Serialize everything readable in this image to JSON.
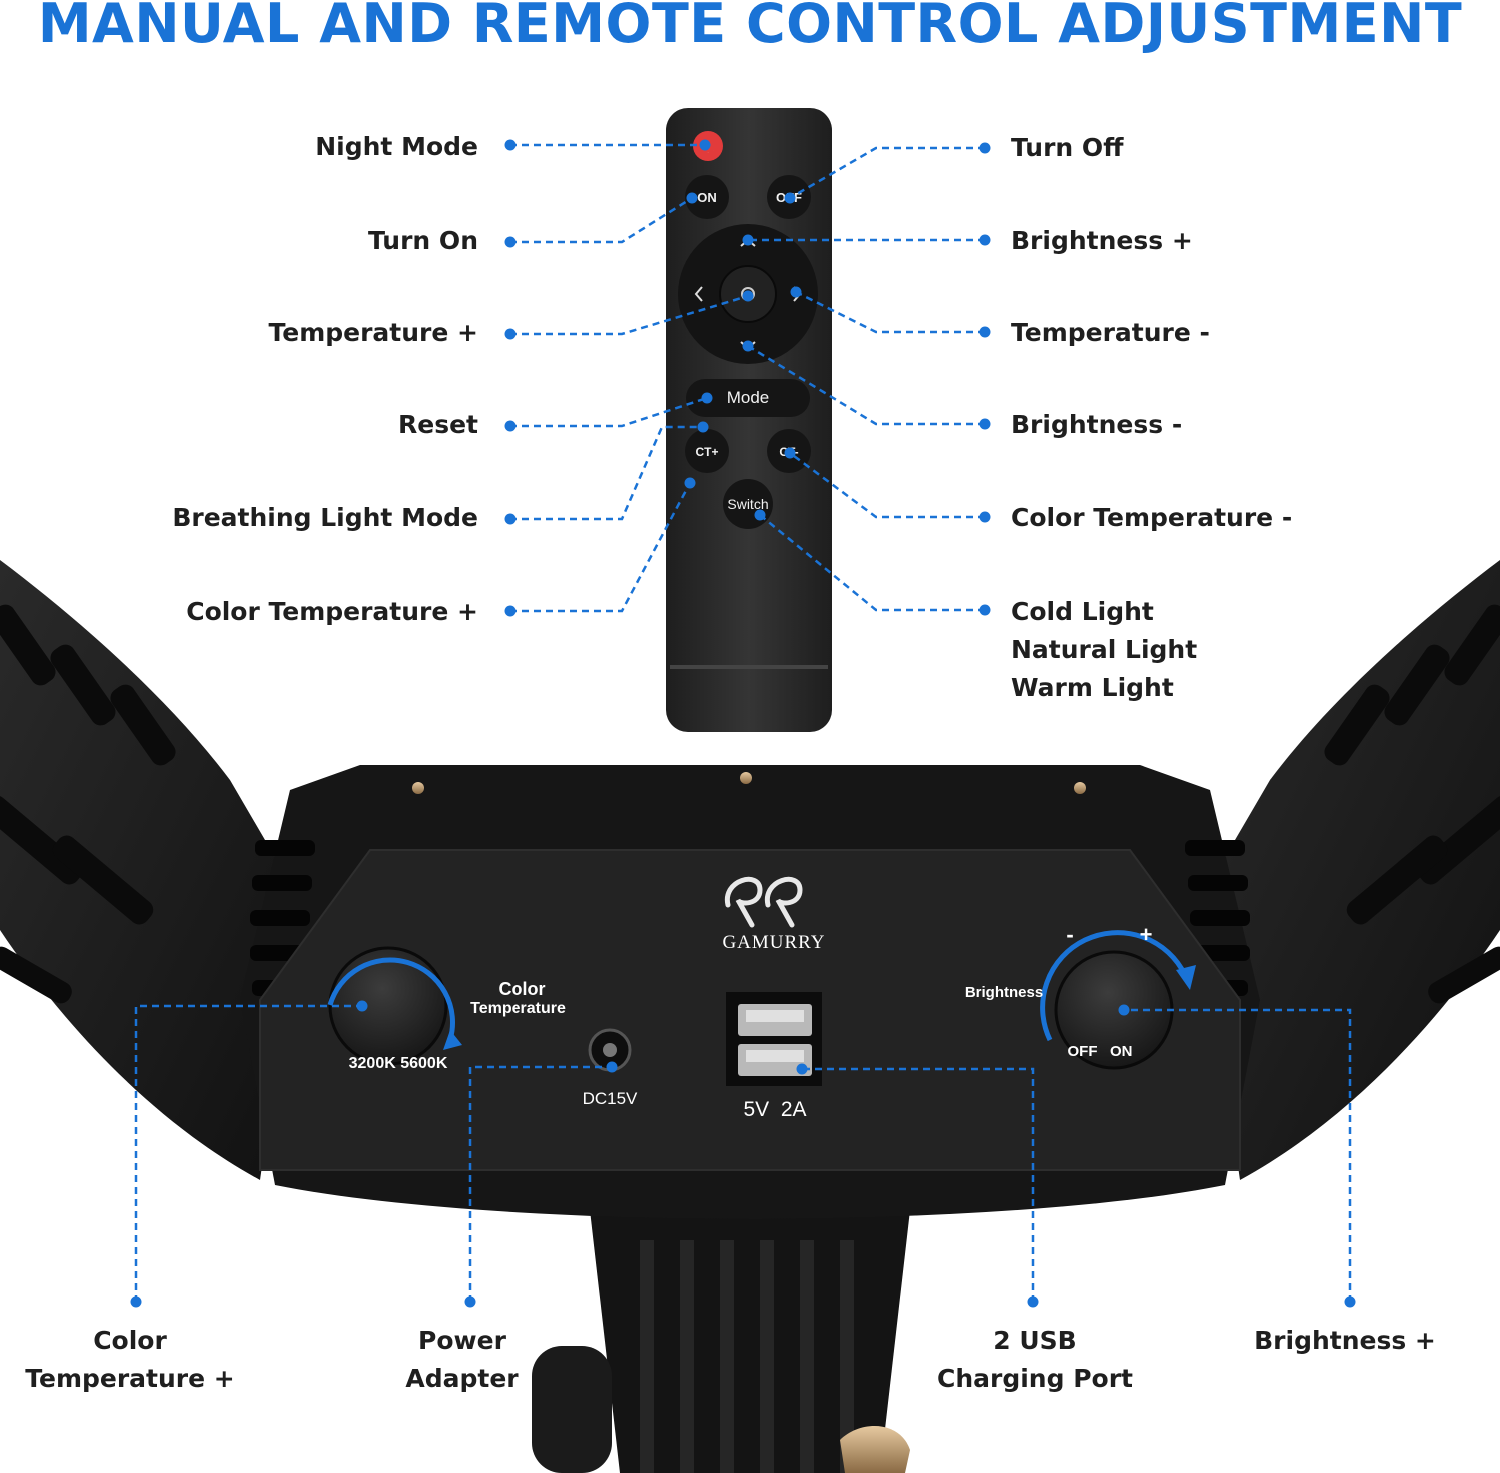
{
  "title": "MANUAL AND REMOTE CONTROL ADJUSTMENT",
  "colors": {
    "title": "#1a73d6",
    "callout": "#1a73d6",
    "device": "#1d1d1d",
    "remote": "#2a2a2a",
    "night_button": "#e23b3b",
    "label_text": "#1f1f1f"
  },
  "remote": {
    "buttons": {
      "on": "ON",
      "off": "OFF",
      "mode": "Mode",
      "ct_plus": "CT+",
      "ct_minus": "CT-",
      "switch": "Switch"
    },
    "labels_left": [
      "Night Mode",
      "Turn On",
      "Temperature +",
      "Reset",
      "Breathing Light Mode",
      "Color Temperature +"
    ],
    "labels_right": [
      "Turn Off",
      "Brightness +",
      "Temperature -",
      "Brightness -",
      "Color Temperature -",
      [
        "Cold Light",
        "Natural Light",
        "Warm Light"
      ]
    ]
  },
  "panel": {
    "brand": "GAMURRY",
    "knob_left_caption": [
      "Color",
      "Temperature"
    ],
    "knob_left_scale": "3200K 5600K",
    "dc_label": "DC15V",
    "usb_label": "5V  2A",
    "knob_right_caption": "Brightness",
    "knob_right_scale": "OFF   ON",
    "knob_right_marks": [
      "-",
      "+"
    ]
  },
  "bottom_labels": [
    [
      "Color",
      "Temperature +"
    ],
    [
      "Power",
      "Adapter"
    ],
    [
      "2 USB",
      "Charging Port"
    ],
    [
      "Brightness +"
    ]
  ]
}
